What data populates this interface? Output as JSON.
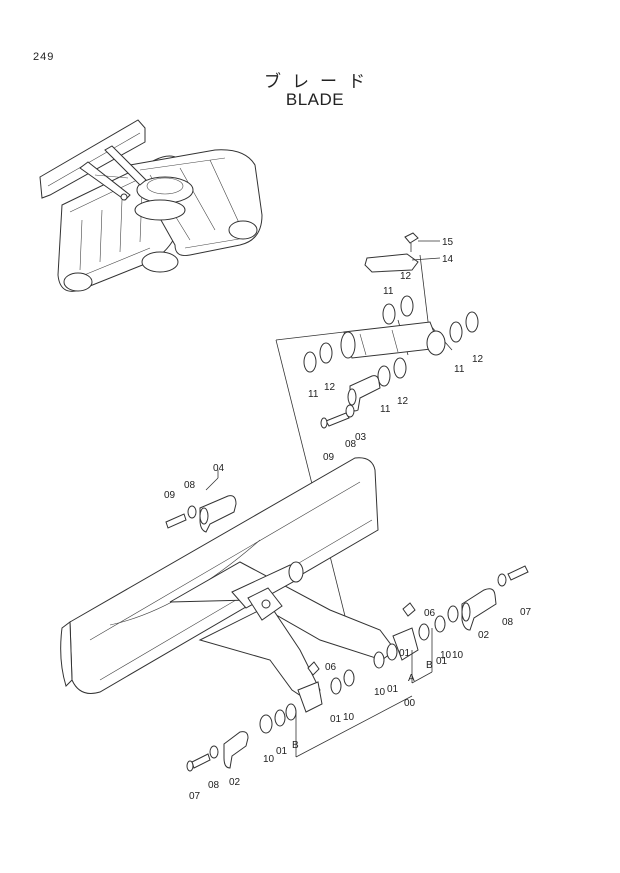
{
  "header": {
    "page_number": "249",
    "title_jp": "ブレード",
    "title_en": "BLADE"
  },
  "callouts": {
    "c15": "15",
    "c14": "14",
    "c12a": "12",
    "c11a": "11",
    "c11b": "11",
    "c12b": "12",
    "c11c": "11",
    "c12c": "12",
    "c11d": "11",
    "c12d": "12",
    "c08a": "08",
    "c03": "03",
    "c09a": "09",
    "c04": "04",
    "c09b": "09",
    "c08b": "08",
    "c07a": "07",
    "c08c": "08",
    "c02a": "02",
    "c06a": "06",
    "c10a": "10",
    "cBa": "B",
    "c01a": "01",
    "c10b": "10",
    "c06b": "06",
    "c01b": "01",
    "c10c": "10",
    "c01c": "01",
    "cA": "A",
    "c00": "00",
    "c01d": "01",
    "c10d": "10",
    "c01e": "01",
    "c10e": "10",
    "cBb": "B",
    "c02b": "02",
    "c08d": "08",
    "c07b": "07"
  }
}
